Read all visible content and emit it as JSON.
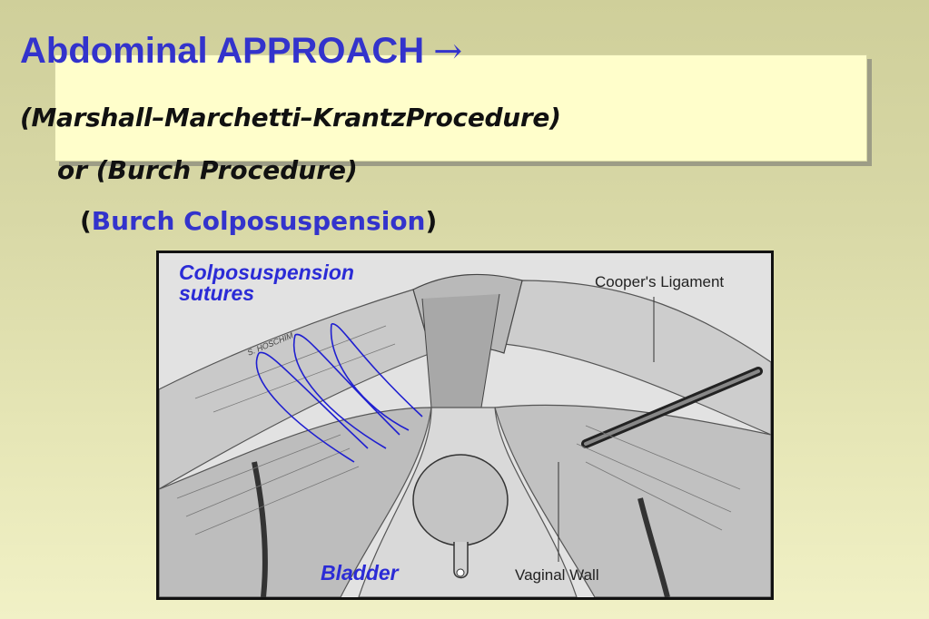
{
  "slide": {
    "title": "Abdominal APPROACH",
    "title_arrow": "→",
    "line1": "(Marshall–Marchetti–KrantzProcedure)",
    "line2": "or (Burch Procedure)",
    "line3_open": "(",
    "line3_highlight": "Burch Colposuspension",
    "line3_close": ")"
  },
  "figure": {
    "label_sutures_1": "Colposuspension",
    "label_sutures_2": "sutures",
    "label_coopers": "Cooper's Ligament",
    "label_bladder": "Bladder",
    "label_vaginal": "Vaginal Wall",
    "artist_signature": "S. HOSCHIM"
  },
  "colors": {
    "accent_blue": "#3333cc",
    "highlight_yellow": "#fffecb",
    "text_dark": "#111111"
  }
}
